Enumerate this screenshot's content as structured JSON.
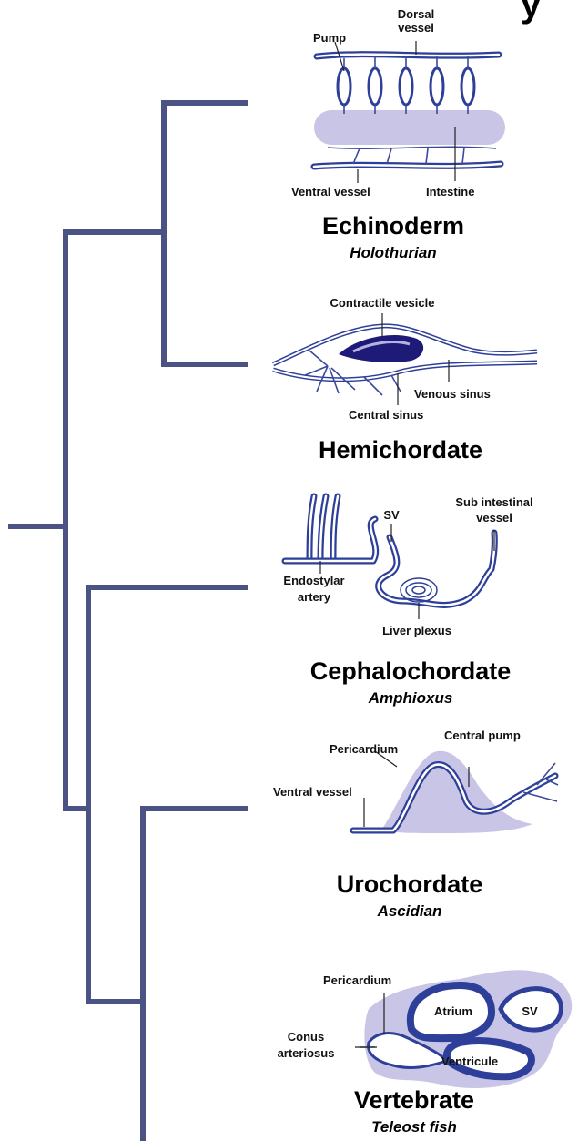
{
  "header_fragment": "y",
  "taxa": [
    {
      "group": "Echinoderm",
      "species": "Holothurian",
      "labels": {
        "pump": "Pump",
        "dorsal_vessel": "Dorsal\nvessel",
        "ventral_vessel": "Ventral vessel",
        "intestine": "Intestine"
      }
    },
    {
      "group": "Hemichordate",
      "species": "",
      "labels": {
        "contractile_vesicle": "Contractile vesicle",
        "venous_sinus": "Venous sinus",
        "central_sinus": "Central sinus"
      }
    },
    {
      "group": "Cephalochordate",
      "species": "Amphioxus",
      "labels": {
        "sv": "SV",
        "sub_intestinal_vessel": "Sub intestinal\nvessel",
        "endostylar_artery": "Endostylar\nartery",
        "liver_plexus": "Liver plexus"
      }
    },
    {
      "group": "Urochordate",
      "species": "Ascidian",
      "labels": {
        "pericardium": "Pericardium",
        "central_pump": "Central pump",
        "ventral_vessel": "Ventral vessel"
      }
    },
    {
      "group": "Vertebrate",
      "species": "Teleost fish",
      "labels": {
        "pericardium": "Pericardium",
        "atrium": "Atrium",
        "sv": "SV",
        "conus_arteriosus": "Conus\narteriosus",
        "ventricule": "Ventricule"
      }
    }
  ],
  "colors": {
    "tree": "#4a5384",
    "vessel": "#2e3f99",
    "shade": "#c9c5e6",
    "dark_vesicle": "#1e1a78"
  }
}
